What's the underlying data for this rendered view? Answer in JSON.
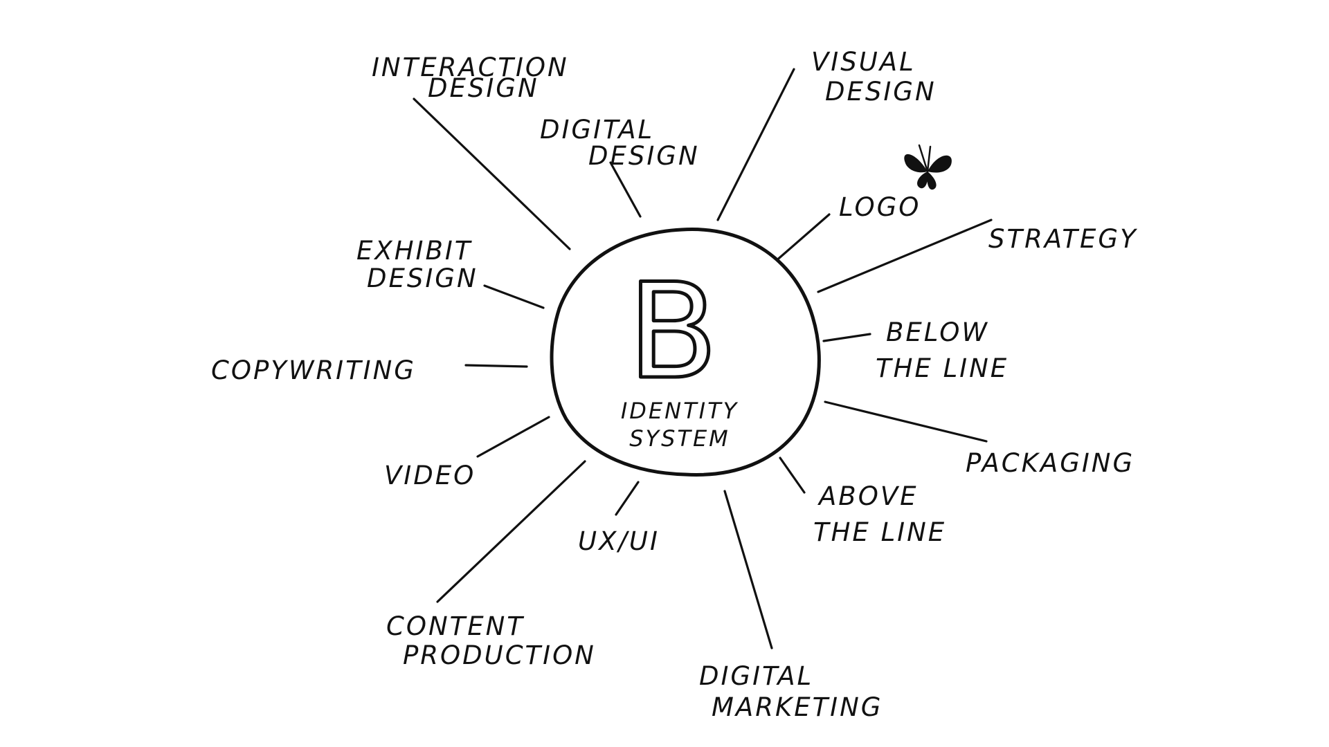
{
  "hub": {
    "letter": "B",
    "subtitle_line1": "IDENTITY",
    "subtitle_line2": "SYSTEM"
  },
  "nodes": {
    "interaction_design": {
      "line1": "INTERACTION",
      "line2": "DESIGN"
    },
    "digital_design": {
      "line1": "DIGITAL",
      "line2": "DESIGN"
    },
    "visual_design": {
      "line1": "VISUAL",
      "line2": "DESIGN"
    },
    "logo": {
      "line1": "LOGO"
    },
    "strategy": {
      "line1": "STRATEGY"
    },
    "below_the_line": {
      "line1": "BELOW",
      "line2": "THE LINE"
    },
    "packaging": {
      "line1": "PACKAGING"
    },
    "above_the_line": {
      "line1": "ABOVE",
      "line2": "THE LINE"
    },
    "digital_marketing": {
      "line1": "DIGITAL",
      "line2": "MARKETING"
    },
    "ux_ui": {
      "line1": "UX/UI"
    },
    "content_production": {
      "line1": "CONTENT",
      "line2": "PRODUCTION"
    },
    "video": {
      "line1": "VIDEO"
    },
    "copywriting": {
      "line1": "COPYWRITING"
    },
    "exhibit_design": {
      "line1": "EXHIBIT",
      "line2": "DESIGN"
    }
  },
  "decorations": {
    "logo_mark_icon": "butterfly-icon"
  }
}
